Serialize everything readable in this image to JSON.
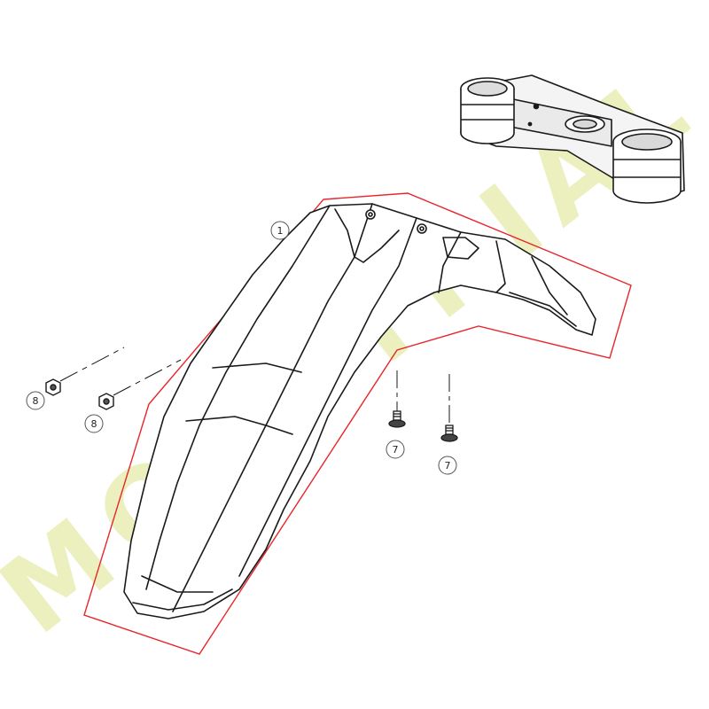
{
  "watermark": {
    "text": "MOTOTRIAL",
    "color": "#e9efb8"
  },
  "highlight_color": "#e8262b",
  "line_color": "#1a1a1a",
  "callouts": [
    {
      "id": "callout-1",
      "label": "1"
    },
    {
      "id": "callout-8a",
      "label": "8"
    },
    {
      "id": "callout-8b",
      "label": "8"
    },
    {
      "id": "callout-7a",
      "label": "7"
    },
    {
      "id": "callout-7b",
      "label": "7"
    }
  ],
  "parts": [
    {
      "name": "front-fender",
      "callout": "1"
    },
    {
      "name": "screw",
      "callout": "7"
    },
    {
      "name": "nut",
      "callout": "8"
    },
    {
      "name": "triple-clamp",
      "callout": ""
    }
  ]
}
